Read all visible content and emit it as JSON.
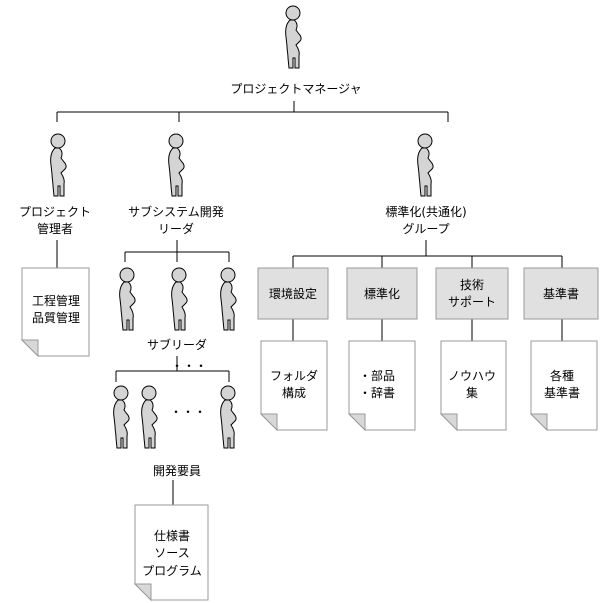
{
  "project_manager": "プロジェクトマネージャ",
  "pm_role": [
    "プロジェクト",
    "管理者"
  ],
  "subsystem_leader": [
    "サブシステム開発",
    "リーダ"
  ],
  "standardization_group": [
    "標準化(共通化)",
    "グループ"
  ],
  "pm_doc": [
    "工程管理",
    "品質管理"
  ],
  "subleader_label": "サブリーダ",
  "dots": "・・・",
  "developers_label": "開発要員",
  "dev_doc": [
    "仕様書",
    "ソース",
    "プログラム"
  ],
  "std_boxes": [
    {
      "label": [
        "環境設定"
      ],
      "doc": [
        "フォルダ",
        "構成"
      ]
    },
    {
      "label": [
        "標準化"
      ],
      "doc": [
        "・部品",
        "・辞書"
      ]
    },
    {
      "label": [
        "技術",
        "サポート"
      ],
      "doc": [
        "ノウハウ",
        "集"
      ]
    },
    {
      "label": [
        "基準書"
      ],
      "doc": [
        "各種",
        "基準書"
      ]
    }
  ]
}
